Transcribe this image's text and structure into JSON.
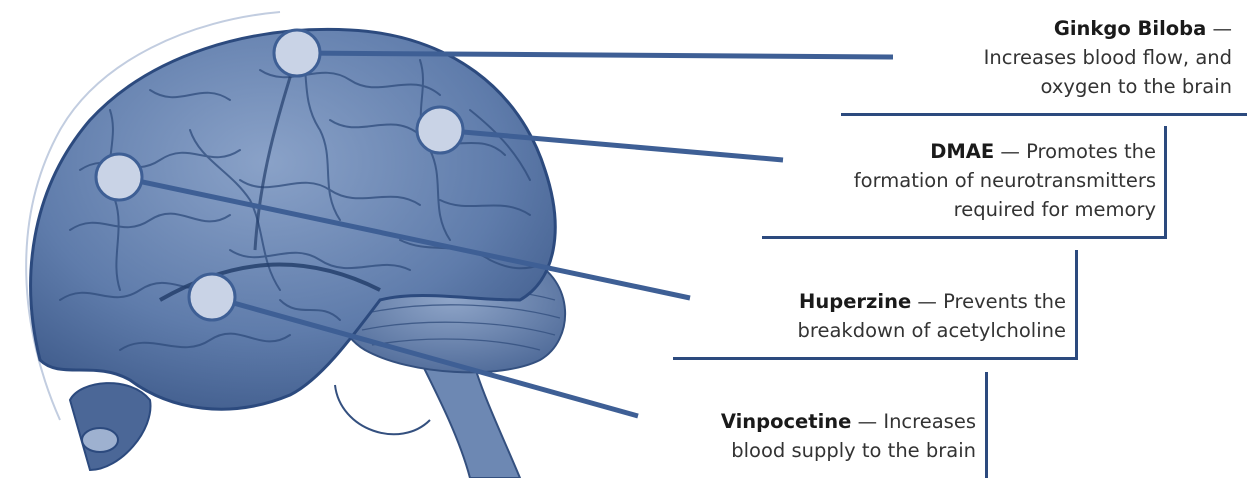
{
  "colors": {
    "brain_fill": "#6f8ab5",
    "brain_dark": "#34507f",
    "brain_light": "#a9bbd6",
    "leader_line": "#3e5f95",
    "marker_fill": "#c9d3e6",
    "frame": "#2c4a7e",
    "text": "#333333"
  },
  "callouts": [
    {
      "id": "ginkgo",
      "name": "Ginkgo Biloba",
      "dash": " — ",
      "line1_rest": "",
      "line2": "Increases blood flow, and",
      "line3": "oxygen to the brain"
    },
    {
      "id": "dmae",
      "name": "DMAE",
      "dash": " — ",
      "line1_rest": "Promotes the",
      "line2": "formation of neurotransmitters",
      "line3": "required for memory"
    },
    {
      "id": "huperzine",
      "name": "Huperzine",
      "dash": " — ",
      "line1_rest": "Prevents the",
      "line2": "breakdown of acetylcholine",
      "line3": ""
    },
    {
      "id": "vinpocetine",
      "name": "Vinpocetine",
      "dash": " — ",
      "line1_rest": "Increases",
      "line2": "blood supply to the brain",
      "line3": ""
    }
  ]
}
